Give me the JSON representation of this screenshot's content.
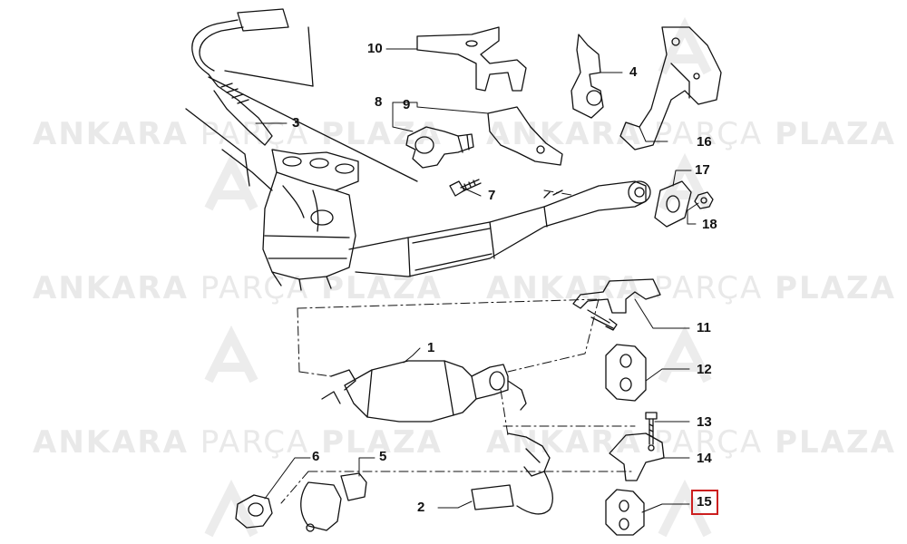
{
  "watermark": {
    "bold_word_1": "ANKARA",
    "light_word": "PARÇA",
    "bold_word_2": "PLAZA",
    "color": "#e9e9e9"
  },
  "callouts": {
    "c1": "1",
    "c2": "2",
    "c3": "3",
    "c4": "4",
    "c5": "5",
    "c6": "6",
    "c7": "7",
    "c8": "8",
    "c9": "9",
    "c10": "10",
    "c11": "11",
    "c12": "12",
    "c13": "13",
    "c14": "14",
    "c15": "15",
    "c16": "16",
    "c17": "17",
    "c18": "18"
  },
  "highlight": {
    "callout": "15",
    "color": "#cc1f1f"
  },
  "line_color": "#111111"
}
